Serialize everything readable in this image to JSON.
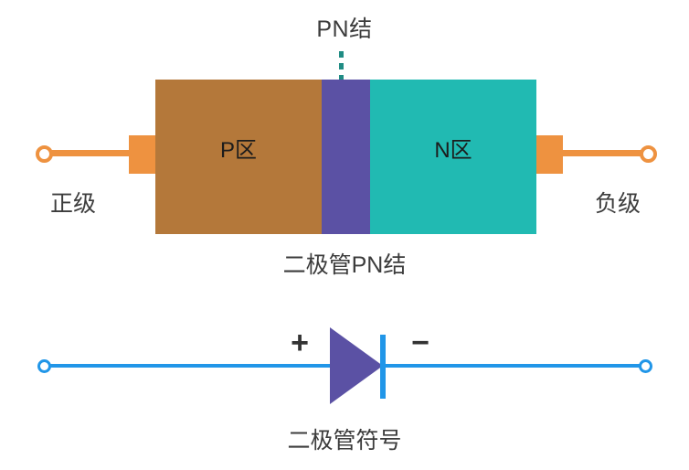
{
  "figure_top": {
    "junction_label": "PN结",
    "p_zone_label": "P区",
    "n_zone_label": "N区",
    "left_pole_label": "正级",
    "right_pole_label": "负级",
    "caption": "二极管PN结",
    "colors": {
      "p_region": "#b4783a",
      "junction_region": "#5b51a4",
      "n_region": "#21bab2",
      "lead": "#ee9240",
      "pointer": "#208c84"
    }
  },
  "figure_bottom": {
    "anode_sign": "+",
    "cathode_sign": "−",
    "caption": "二极管符号",
    "colors": {
      "wire": "#2196e8",
      "triangle": "#5b51a4",
      "cathode_bar": "#2196e8"
    }
  }
}
